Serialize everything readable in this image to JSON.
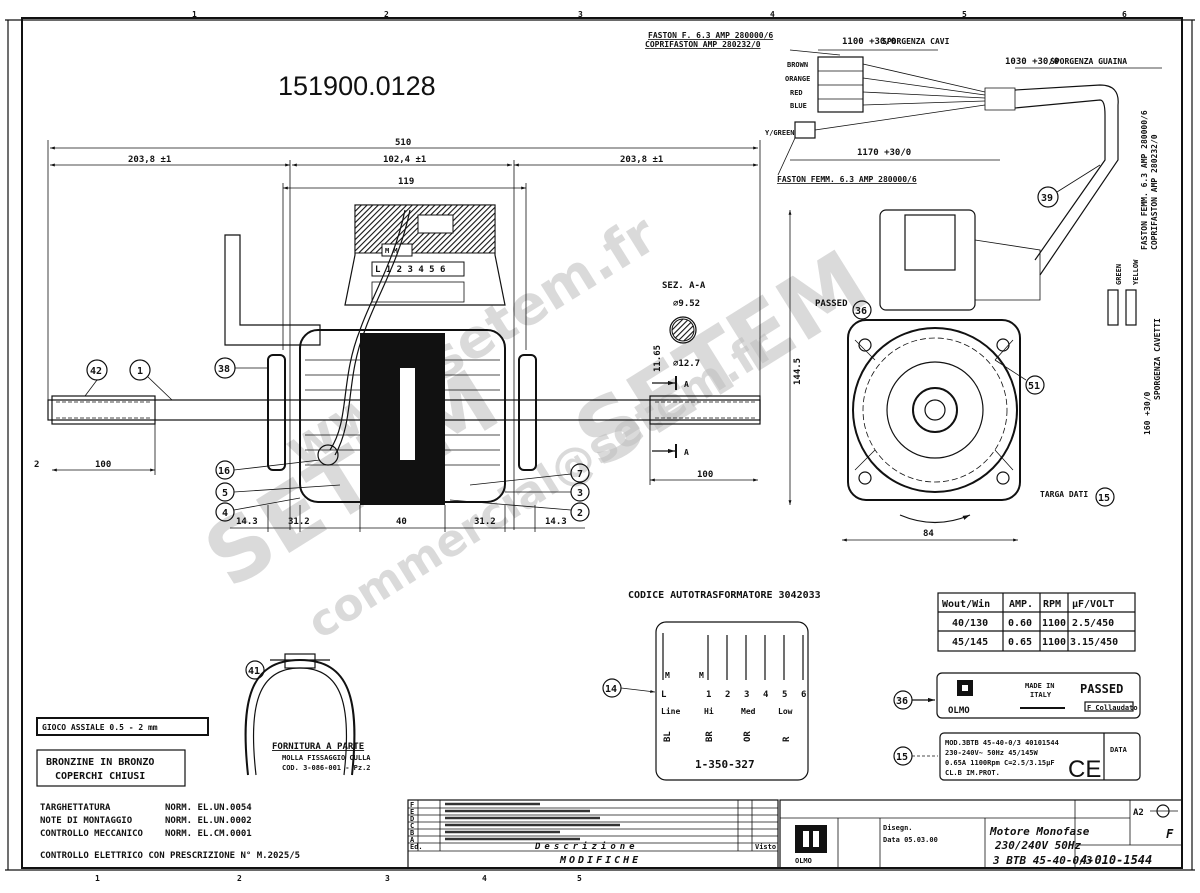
{
  "drawing_number_top": "151900.0128",
  "zones_top": [
    "1",
    "2",
    "3",
    "4",
    "5",
    "6"
  ],
  "zones_bottom": [
    "1",
    "2",
    "3",
    "4",
    "5"
  ],
  "dimensions": {
    "overall": "510",
    "left_shaft": "203,8 ±1",
    "center": "102,4 ±1",
    "right_shaft": "203,8 ±1",
    "box_width": "119",
    "sleeve_left": "100",
    "offset_left": "2",
    "sleeve_right": "100",
    "bottom": [
      "14.3",
      "31.2",
      "40",
      "31.2",
      "14.3"
    ],
    "front_width": "84",
    "front_height": "144.5",
    "cable_1": "1100 +30/0",
    "cable_1_label": "SPORGENZA CAVI",
    "cable_2": "1030 +30/0",
    "cable_2_label": "SPORGENZA GUAINA",
    "cable_3": "1170 +30/0",
    "cable_4": "160 +30/0",
    "cable_4_label": "SPORGENZA CAVETTI"
  },
  "terminal_box": {
    "top_label": "M M",
    "terminals": "L 1 2 3 4 5 6"
  },
  "section": {
    "title": "SEZ. A-A",
    "dia_1": "⌀9.52",
    "dia_2": "⌀12.7",
    "flat": "11.65",
    "marker": "A"
  },
  "wires": {
    "faston_1": "FASTON F. 6.3 AMP 280000/6",
    "coprifaston_1": "COPRIFASTON AMP 280232/0",
    "colors": [
      "BROWN",
      "ORANGE",
      "RED",
      "BLUE"
    ],
    "ground": "Y/GREEN",
    "faston_2": "FASTON FEMM. 6.3 AMP 280000/6",
    "faston_3": "FASTON FEMM. 6.3 AMP 280000/6",
    "coprifaston_3": "COPRIFASTON AMP 280232/0",
    "green": "GREEN",
    "yellow": "YELLOW"
  },
  "callouts": {
    "c42": "42",
    "c1": "1",
    "c38": "38",
    "c16": "16",
    "c5": "5",
    "c4": "4",
    "c7": "7",
    "c3": "3",
    "c2": "2",
    "c36": "36",
    "c51": "51",
    "c15": "15",
    "c39": "39",
    "c14": "14",
    "c41": "41",
    "c36b": "36",
    "c15b": "15"
  },
  "front_view": {
    "passed": "PASSED",
    "targa": "TARGA DATI"
  },
  "autotransformer": {
    "title": "CODICE AUTOTRASFORMATORE 3042033",
    "pins": [
      "L",
      "1",
      "2",
      "3",
      "4",
      "5",
      "6"
    ],
    "m_labels": [
      "M",
      "M"
    ],
    "speeds": [
      "Line",
      "Hi",
      "Med",
      "Low"
    ],
    "colors": [
      "BL",
      "BR",
      "OR",
      "R"
    ],
    "code": "1-350-327"
  },
  "spec_table": {
    "headers": [
      "Wout/Win",
      "AMP.",
      "RPM",
      "µF/VOLT"
    ],
    "rows": [
      [
        "40/130",
        "0.60",
        "1100",
        "2.5/450"
      ],
      [
        "45/145",
        "0.65",
        "1100",
        "3.15/450"
      ]
    ]
  },
  "label_36": {
    "brand": "OLMO",
    "made": "MADE IN",
    "italy": "ITALY",
    "passed": "PASSED",
    "stamp": "F Collaudato"
  },
  "label_15": {
    "lines": [
      "MOD.3BTB 45-40-0/3  40101544",
      "230-240V~ 50Hz 45/145W",
      "0.65A 1100Rpm C=2.5/3.15µF",
      "CL.B   IM.PROT."
    ],
    "ce": "CE",
    "data": "DATA"
  },
  "spring": {
    "title": "FORNITURA A PARTE",
    "sub1": "MOLLA FISSAGGIO CULLA",
    "sub2": "COD. 3-086-001 - Pz.2"
  },
  "notes": {
    "gioco": "GIOCO ASSIALE  0.5 - 2 mm",
    "bronzine_1": "BRONZINE IN BRONZO",
    "bronzine_2": "COPERCHI CHIUSI",
    "norms": [
      [
        "TARGHETTATURA",
        "NORM. EL.UN.0054"
      ],
      [
        "NOTE DI MONTAGGIO",
        "NORM. EL.UN.0002"
      ],
      [
        "CONTROLLO MECCANICO",
        "NORM. EL.CM.0001"
      ]
    ],
    "controllo": "CONTROLLO ELETTRICO CON PRESCRIZIONE N° M.2025/5"
  },
  "revisions": {
    "letters": [
      "F",
      "E",
      "D",
      "C",
      "B",
      "A"
    ],
    "header_mod": "Ed.",
    "header_desc": "Descrizione",
    "header_visto": "Visto",
    "footer": "MODIFICHE"
  },
  "title_block": {
    "company": "OLMO",
    "disegnato": "Disegn.",
    "data": "Data 05.03.00",
    "title": "Motore Monofase",
    "voltage": "230/240V  50Hz",
    "model": "3 BTB 45-40-0/3",
    "drawing_no": "4-010-1544",
    "format": "A2",
    "edition": "F"
  },
  "watermark": {
    "site": "www.setem.fr",
    "brand": "SETEM",
    "email": "commercial@setem.fr"
  }
}
